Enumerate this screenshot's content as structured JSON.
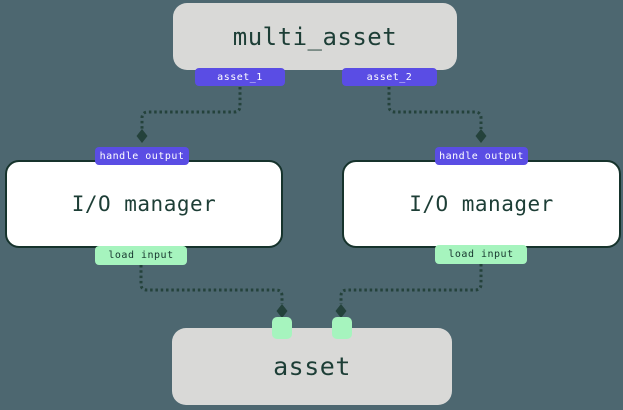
{
  "diagram": {
    "multi_asset_node": {
      "label": "multi_asset",
      "outputs": [
        {
          "label": "asset_1"
        },
        {
          "label": "asset_2"
        }
      ]
    },
    "io_manager_nodes": [
      {
        "label": "I/O manager",
        "top_badge": "handle output",
        "bottom_badge": "load input"
      },
      {
        "label": "I/O manager",
        "top_badge": "handle output",
        "bottom_badge": "load input"
      }
    ],
    "asset_node": {
      "label": "asset",
      "input_port_count": 2
    },
    "colors": {
      "background": "#4d6770",
      "node_gray": "#d9d9d7",
      "node_white": "#ffffff",
      "node_border": "#16332c",
      "badge_purple": "#5a4de4",
      "badge_mint": "#a6f4be",
      "text_dark_green": "#1d3e36",
      "connector": "#24423b"
    }
  }
}
